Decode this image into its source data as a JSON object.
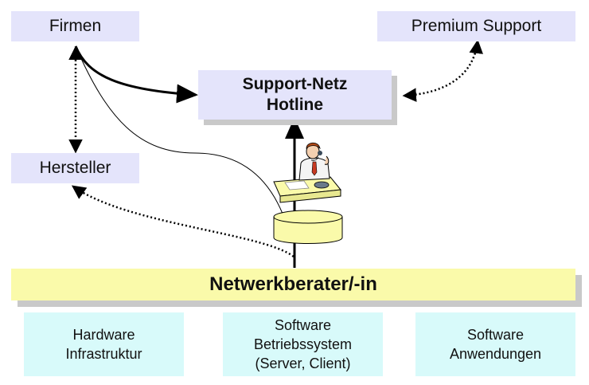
{
  "nodes": {
    "firmen": "Firmen",
    "premium": "Premium Support",
    "support_line1": "Support-Netz",
    "support_line2": "Hotline",
    "hersteller": "Hersteller",
    "netzwerkberater": "Netwerkberater/-in"
  },
  "areas": [
    {
      "line1": "Hardware",
      "line2": "Infrastruktur",
      "line3": ""
    },
    {
      "line1": "Software",
      "line2": "Betriebssystem",
      "line3": "(Server, Client)"
    },
    {
      "line1": "Software",
      "line2": "Anwendungen",
      "line3": ""
    }
  ],
  "colors": {
    "node_fill": "#e4e4fb",
    "main_bar": "#fafaaa",
    "area_fill": "#d8fafa",
    "cylinder": "#fafaaa"
  },
  "icons": [
    "support-agent-icon",
    "database-cylinder-icon"
  ]
}
